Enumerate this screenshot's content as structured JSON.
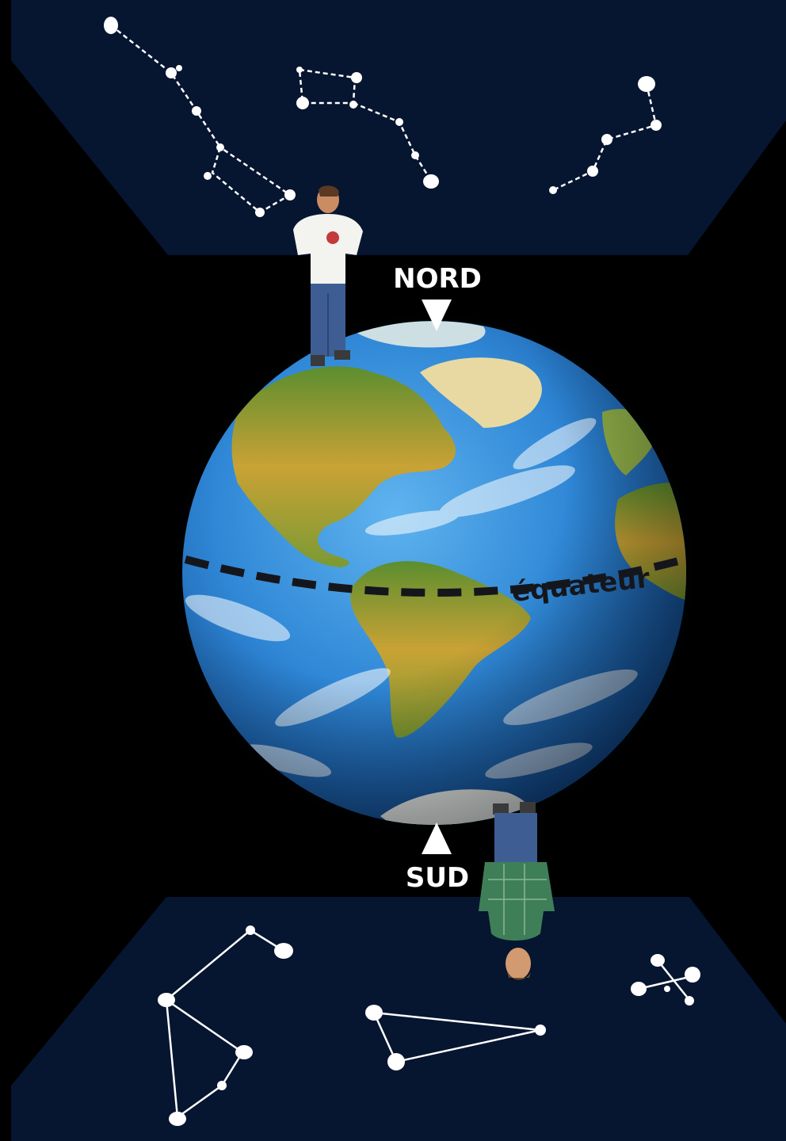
{
  "labels": {
    "north": "NORD",
    "south": "SUD",
    "equator": "équateur"
  },
  "colors": {
    "background": "#000000",
    "sky_panel": "#061530",
    "ocean": "#2f87d6",
    "land_green": "#4f8a2a",
    "land_yellow": "#d9b23a",
    "ice": "#eef3f1",
    "stars": "#ffffff",
    "equator_line": "#15161c"
  },
  "icons": {
    "north_marker": "down-triangle-icon",
    "south_marker": "up-triangle-icon"
  }
}
